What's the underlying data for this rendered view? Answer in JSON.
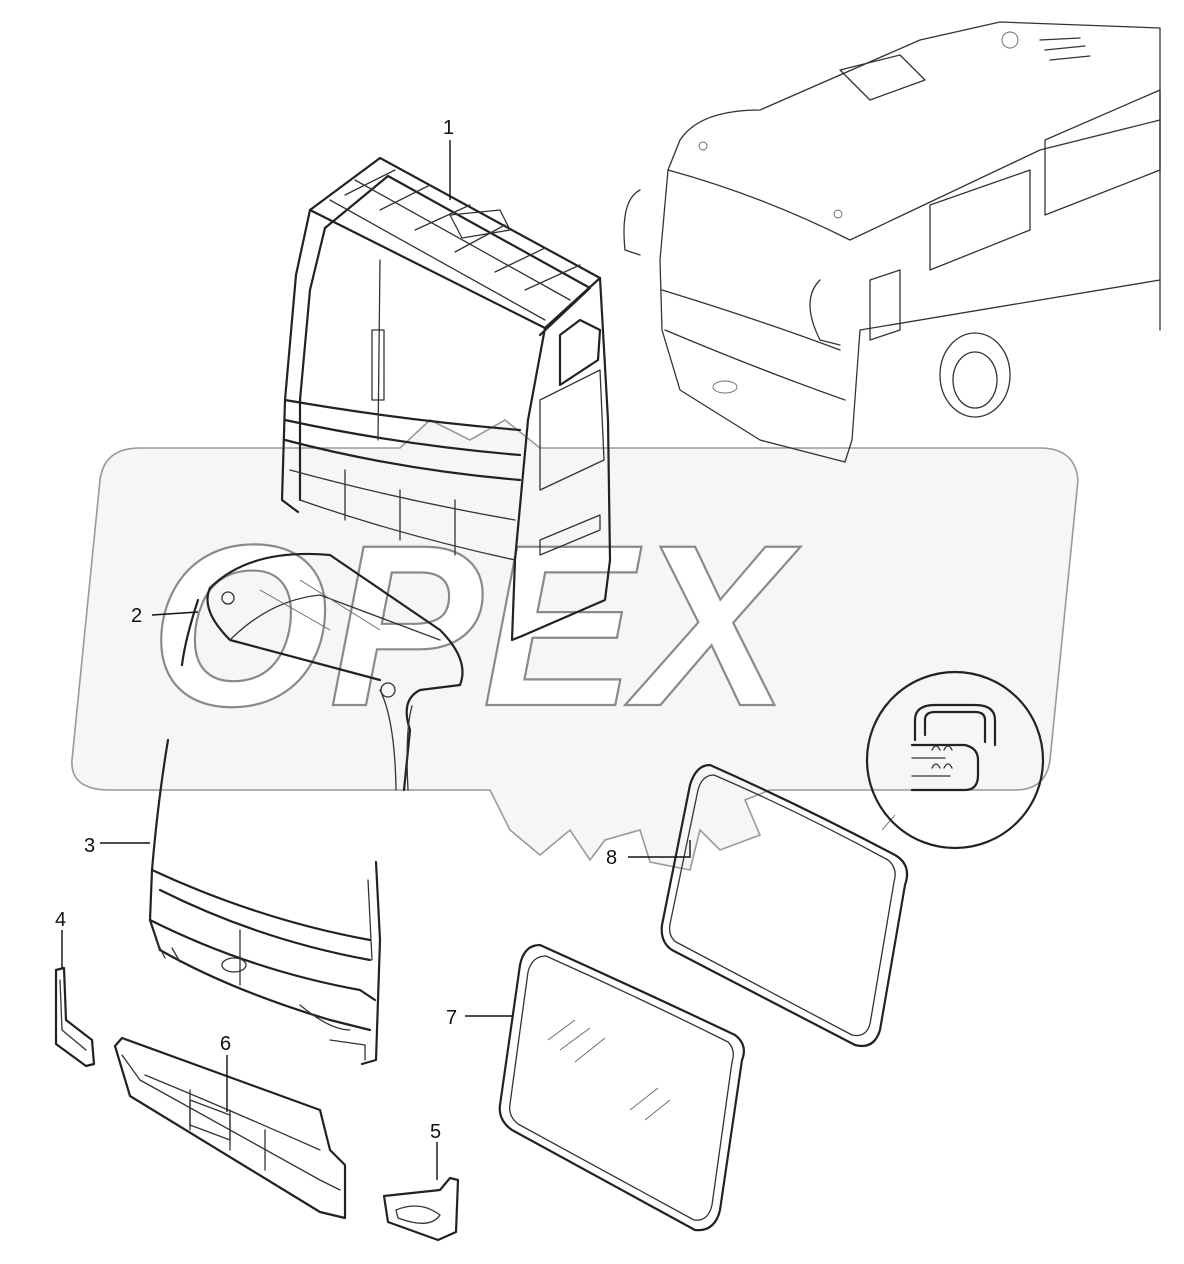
{
  "watermark": {
    "text": "OPEX"
  },
  "callouts": [
    {
      "id": "1",
      "label": "1"
    },
    {
      "id": "2",
      "label": "2"
    },
    {
      "id": "3",
      "label": "3"
    },
    {
      "id": "4",
      "label": "4"
    },
    {
      "id": "5",
      "label": "5"
    },
    {
      "id": "6",
      "label": "6"
    },
    {
      "id": "7",
      "label": "7"
    },
    {
      "id": "8",
      "label": "8"
    }
  ],
  "colors": {
    "line": "#222222",
    "watermark_stroke": "#8a8a8a",
    "background": "#ffffff"
  }
}
